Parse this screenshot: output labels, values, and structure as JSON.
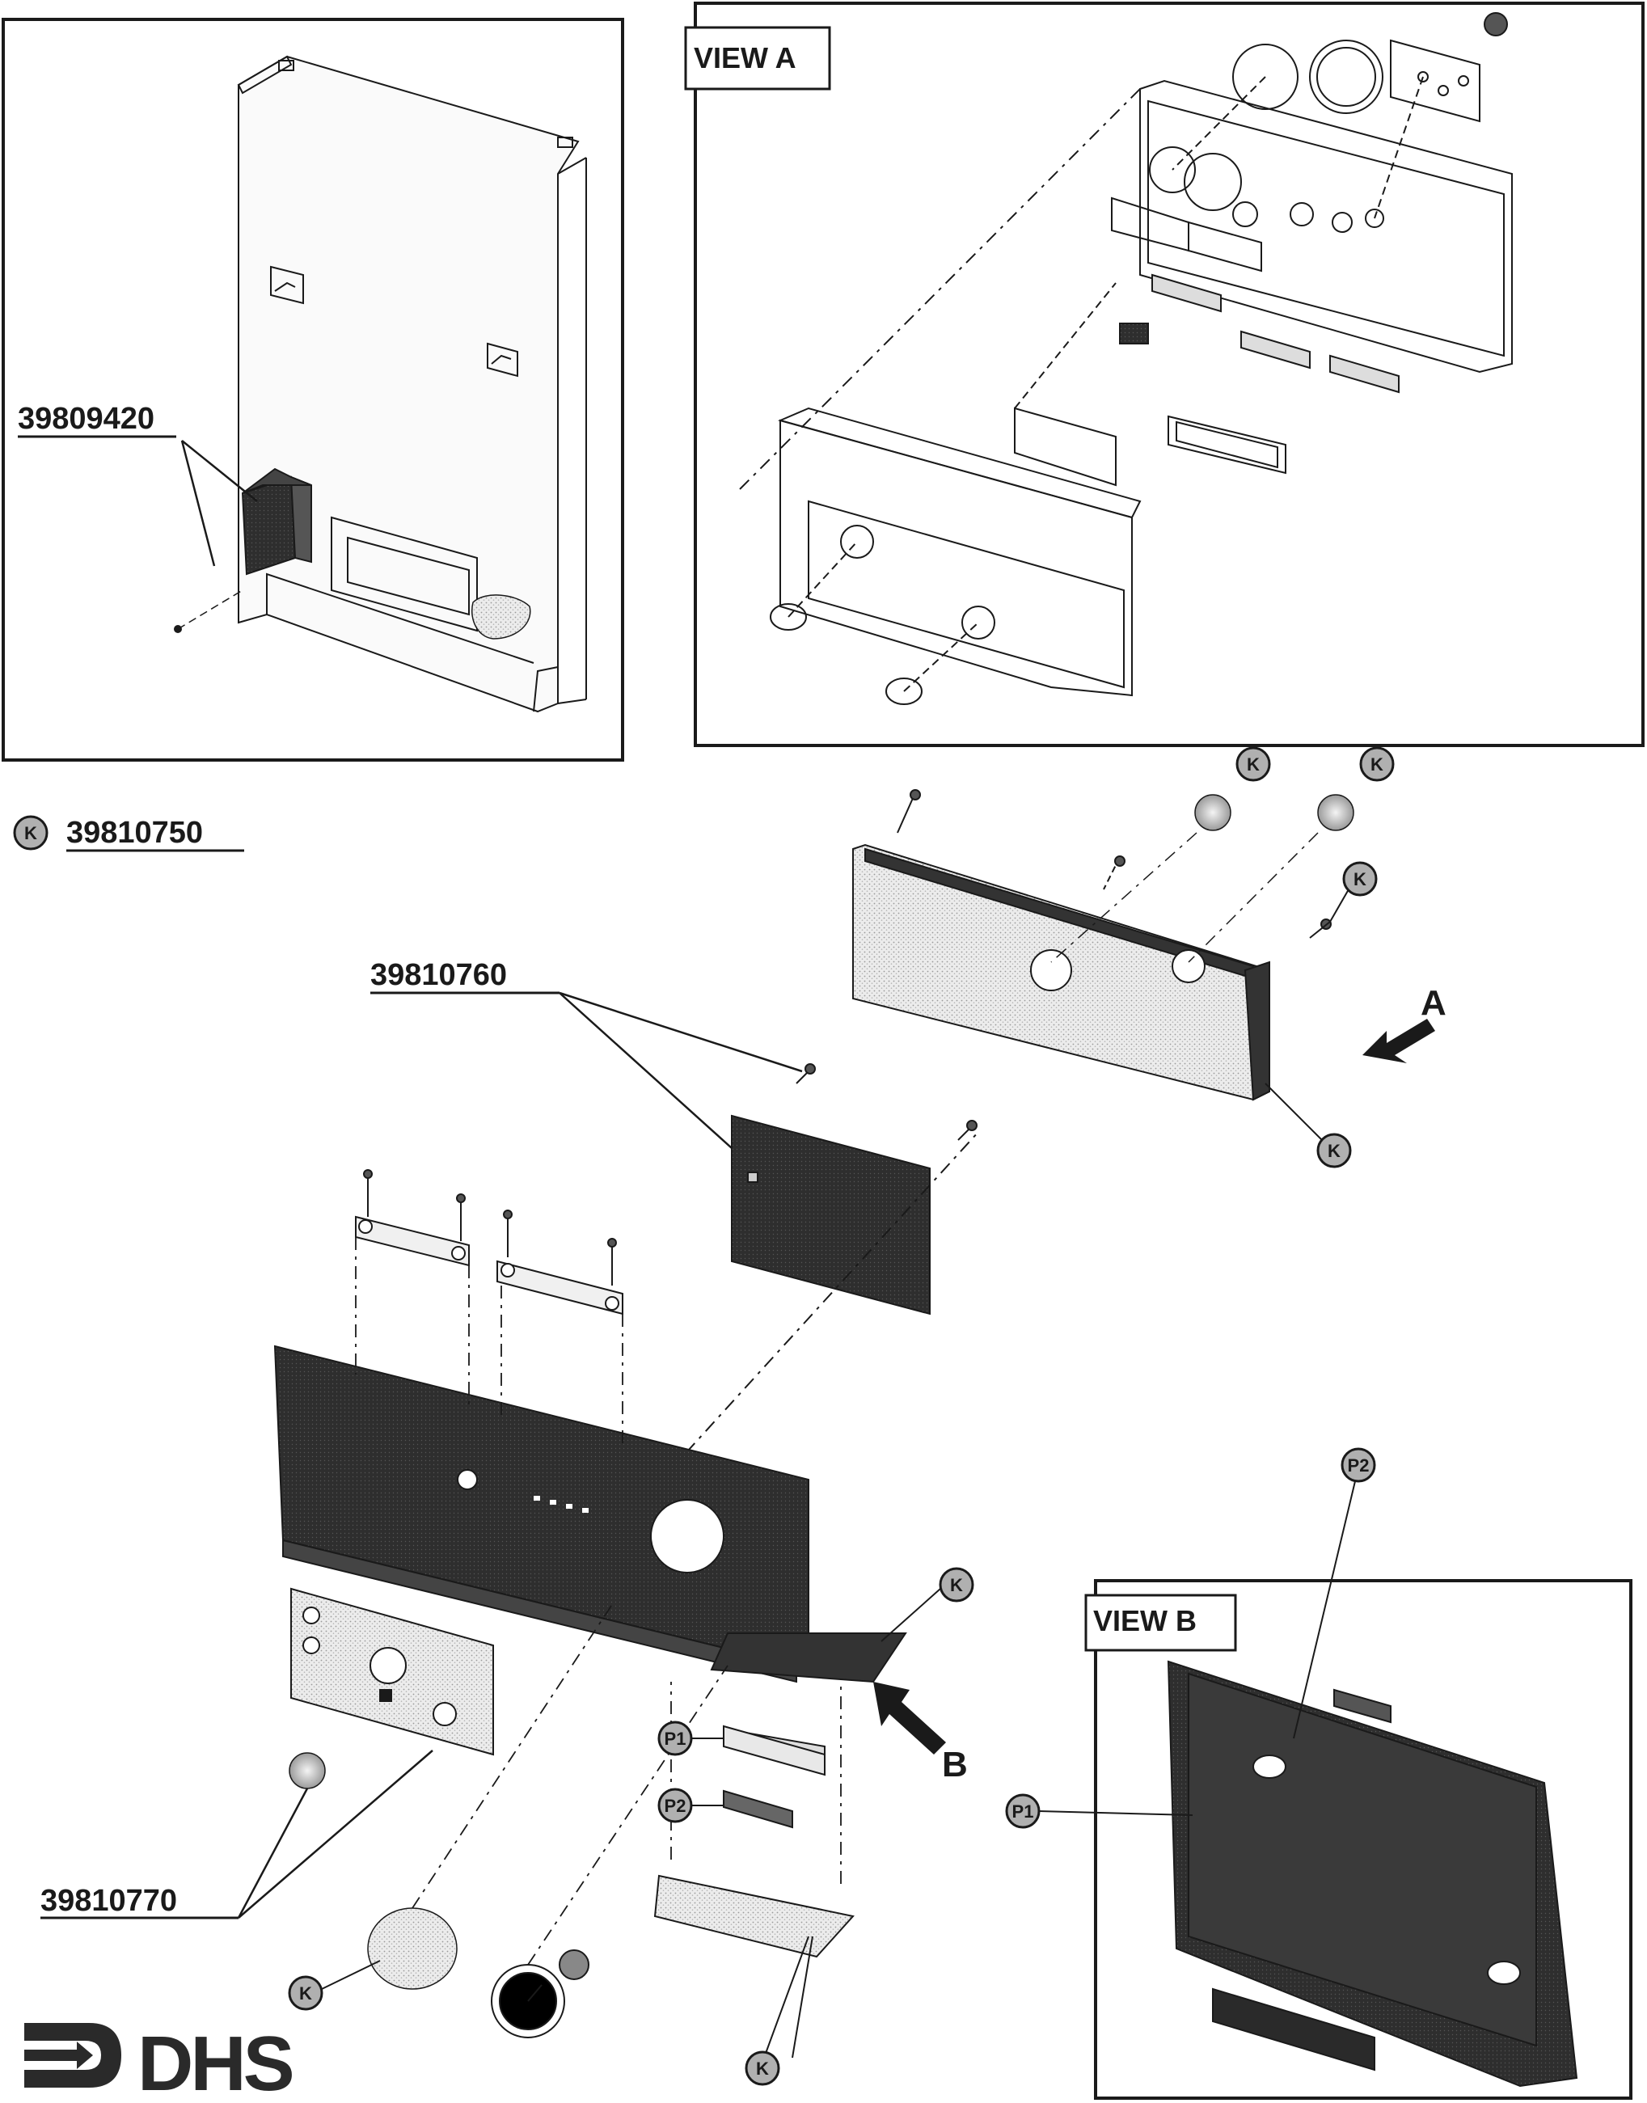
{
  "views": {
    "a_label": "VIEW A",
    "b_label": "VIEW B"
  },
  "part_numbers": {
    "p1": "39809420",
    "p2": "39810750",
    "p3": "39810760",
    "p4": "39810770"
  },
  "callouts": {
    "k": "K",
    "p1": "P1",
    "p2": "P2"
  },
  "arrows": {
    "a": "A",
    "b": "B"
  },
  "logo": {
    "text": "DHS"
  },
  "colors": {
    "ink": "#1a1a1a",
    "dark_part": "#2e2e2e",
    "light_part": "#d9d9d9",
    "callout_fill": "#b0b0b0"
  }
}
